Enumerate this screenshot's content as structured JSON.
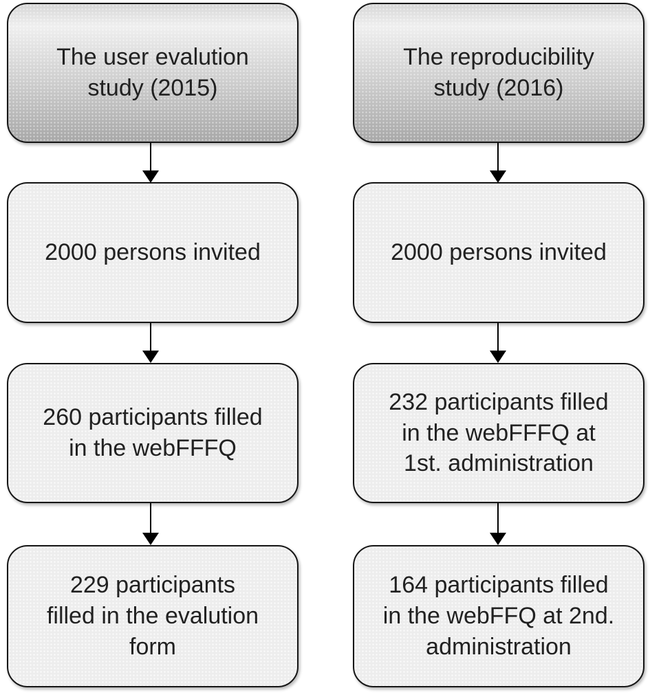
{
  "diagram": {
    "columns": [
      {
        "header": "The user evalution\nstudy (2015)",
        "steps": [
          "2000 persons invited",
          "260 participants filled\nin the webFFFQ",
          "229 participants\nfilled in the evalution\nform"
        ]
      },
      {
        "header": "The reproducibility\nstudy (2016)",
        "steps": [
          "2000 persons invited",
          "232 participants filled\nin the webFFFQ at\n1st. administration",
          "164 participants filled\nin the webFFQ at 2nd.\nadministration"
        ]
      }
    ],
    "colors": {
      "background": "#ffffff",
      "box_border": "#161616",
      "box_fill": "#ededed",
      "header_gradient_top": "#efefef",
      "header_gradient_bottom": "#a8a8a8",
      "text": "#212121",
      "arrow": "#000000"
    }
  }
}
